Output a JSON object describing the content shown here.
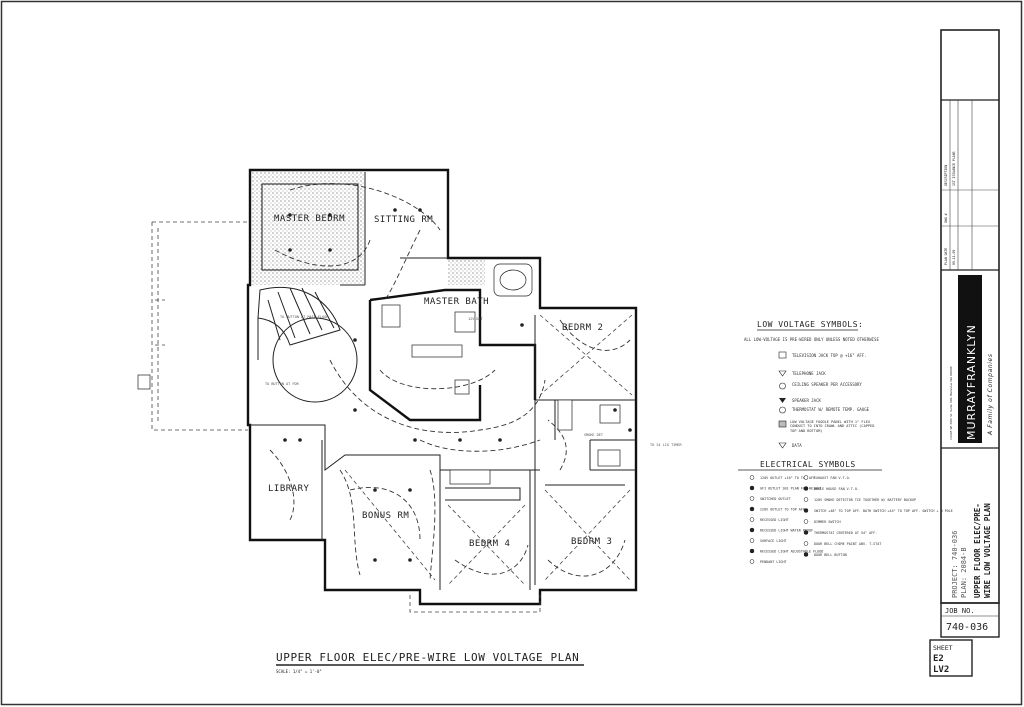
{
  "drawing": {
    "title": "UPPER FLOOR ELEC/PRE-WIRE LOW VOLTAGE PLAN",
    "scale": "SCALE: 1/4\" = 1'-0\""
  },
  "rooms": {
    "master_bedrm": "MASTER BEDRM",
    "sitting_rm": "SITTING RM",
    "master_bath": "MASTER BATH",
    "bedrm_2": "BEDRM 2",
    "library": "LIBRARY",
    "bonus_rm": "BONUS RM",
    "bedrm_4": "BEDRM 4",
    "bedrm_3": "BEDRM 3"
  },
  "plan_notes": {
    "to_button": "TO BUTTON AT MAIN FLOOR",
    "to_button_fdr": "TO BUTTON AT FDR",
    "to_lights": "TO 24 LIG TIMER",
    "smoke_note": "SMOKE DET",
    "note_1": "12V DET"
  },
  "legend": {
    "low_voltage_title": "LOW VOLTAGE SYMBOLS:",
    "low_voltage_note": "ALL LOW-VOLTAGE IS PRE-WIRED ONLY UNLESS NOTED OTHERWISE",
    "low_voltage_items": [
      "TELEVISION JACK TOP @ +16\" AFF.",
      "TELEPHONE JACK",
      "CEILING SPEAKER PER ACCESSORY",
      "SPEAKER JACK",
      "THERMOSTAT W/ REMOTE TEMP. GAUGE",
      "LOW VOLTAGE FOODLE PANEL WITH 1\" FLEX CONDUIT TO INTO CRAWL AND ATTIC (CAPPED TOP AND BOTTOM)",
      "DATA"
    ],
    "electrical_title": "ELECTRICAL SYMBOLS",
    "electrical_left": [
      "120V OUTLET +16\" TO TOP AFF.",
      "GFI OUTLET SEE PLAN FOR HEIGHT",
      "SWITCHED OUTLET",
      "220V OUTLET TO TOP AFF.",
      "RECESSED LIGHT",
      "RECESSED LIGHT WATER PROOF",
      "SURFACE LIGHT",
      "RECESSED LIGHT ADJUSTABLE FLOOD",
      "PENDANT LIGHT"
    ],
    "electrical_right": [
      "EXHAUST FAN V.T.O.",
      "WHOLE HOUSE FAN V.T.O.",
      "120V SMOKE DETECTOR TIE TOGETHER W/ BATTERY BACKUP",
      "SWITCH +48\" TO TOP AFF. BATH SWITCH +44\" TO TOP AFF. SWITCH + 3 POLE",
      "DIMMER SWITCH",
      "THERMOSTAT CENTERED AT 54\" AFF.",
      "DOOR BELL CHIME PAINT ABV. T-STAT",
      "DOOR BELL BUTTON"
    ]
  },
  "title_block": {
    "revision_header": [
      "PLAN DATE",
      "DWG #",
      "DESCRIPTION"
    ],
    "revision_row": [
      "09-11-09",
      "",
      "1ST ISSUANCE PLANS"
    ],
    "company": "MURRAYFRANKLYN",
    "company_sub": "A Family of Companies",
    "company_address": "14405 SE 36th St, Suite 300, Bellevue WA 98006",
    "project": "PROJECT: 740-036",
    "plan": "PLAN: 2084-B",
    "sheet_title_1": "UPPER FLOOR ELEC/PRE-",
    "sheet_title_2": "WIRE LOW VOLTAGE PLAN",
    "job_no_label": "JOB NO.",
    "job_no": "740-036",
    "sheet_label": "SHEET",
    "sheet_no_1": "E2",
    "sheet_no_2": "LV2"
  }
}
